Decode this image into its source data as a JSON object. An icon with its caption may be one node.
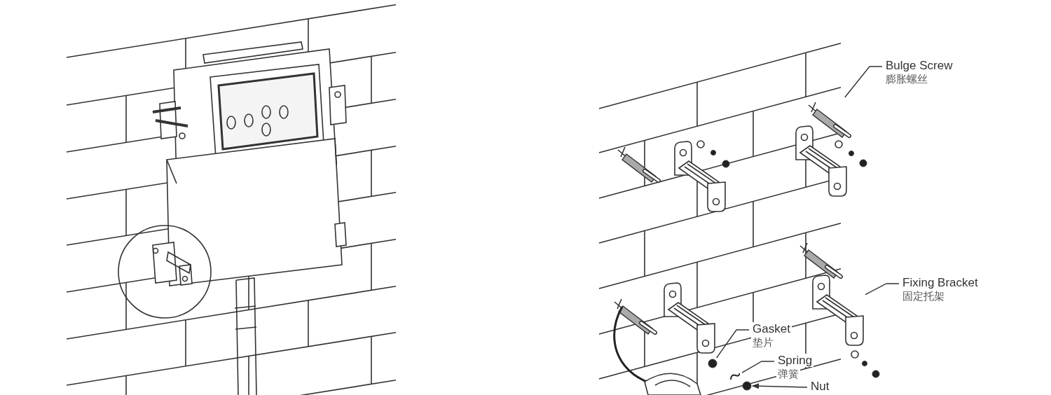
{
  "diagram": {
    "nodes": [
      {
        "text": [
          "Bulge Screw",
          "膨胀螺丝"
        ]
      },
      {
        "text": [],
        "shape": "picture"
      },
      {
        "text": [
          "Fixing Bracket",
          "固定托架"
        ]
      },
      {
        "text": [],
        "shape": "picture"
      },
      {
        "text": [
          "Gasket",
          "垫片"
        ]
      },
      {
        "text": [],
        "shape": "circle"
      },
      {
        "text": [
          "Spring",
          "弹簧"
        ]
      },
      {
        "text": [],
        "shape": "picture"
      },
      {
        "text": [
          "Nut"
        ]
      },
      {
        "text": [],
        "shape": "circle"
      }
    ],
    "edges": [
      {
        "from": 0,
        "to": 1,
        "arrow": "none"
      },
      {
        "from": 2,
        "to": 3,
        "arrow": "none"
      },
      {
        "from": 4,
        "to": 5,
        "arrow": "none"
      },
      {
        "from": 6,
        "to": 7,
        "arrow": "none"
      },
      {
        "from": 8,
        "to": 9,
        "arrow": "to"
      }
    ]
  }
}
